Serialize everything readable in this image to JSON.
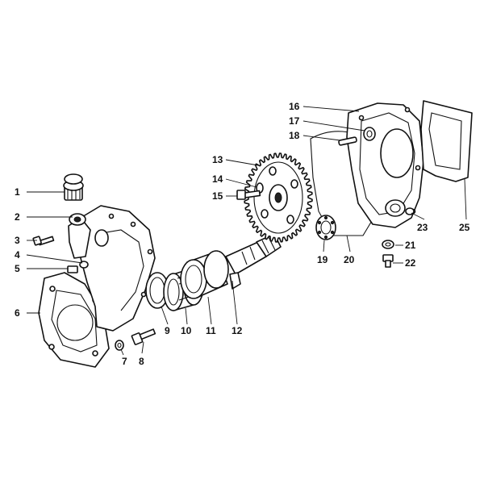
{
  "diagram": {
    "callouts": [
      "1",
      "2",
      "3",
      "4",
      "5",
      "6",
      "7",
      "8",
      "9",
      "10",
      "11",
      "12",
      "13",
      "14",
      "15",
      "16",
      "17",
      "18",
      "19",
      "20",
      "21",
      "22",
      "23",
      "25"
    ]
  }
}
